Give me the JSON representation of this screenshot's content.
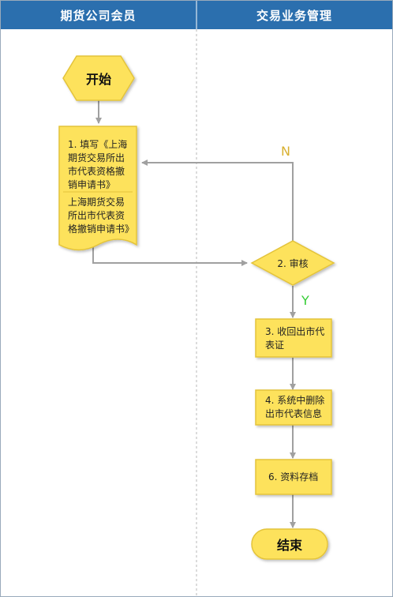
{
  "lanes": [
    "期货公司会员",
    "交易业务管理"
  ],
  "nodes": {
    "start": "开始",
    "fill_form": "1. 填写《上海期货交易所出市代表资格撤销申请书》",
    "document": "上海期货交易所出市代表资格撤销申请书》",
    "review": "2. 审核",
    "recall_card": "3. 收回出市代表证",
    "delete_info": "4. 系统中删除出市代表信息",
    "archive": "6. 资料存档",
    "end": "结束"
  },
  "edges": {
    "no_label": "N",
    "yes_label": "Y"
  },
  "colors": {
    "header_bg": "#2b6fae",
    "node_fill": "#fde25b",
    "node_stroke": "#e3c33a",
    "connector": "#a0a0a0",
    "no_color": "#d8b030",
    "yes_color": "#33cc33"
  }
}
